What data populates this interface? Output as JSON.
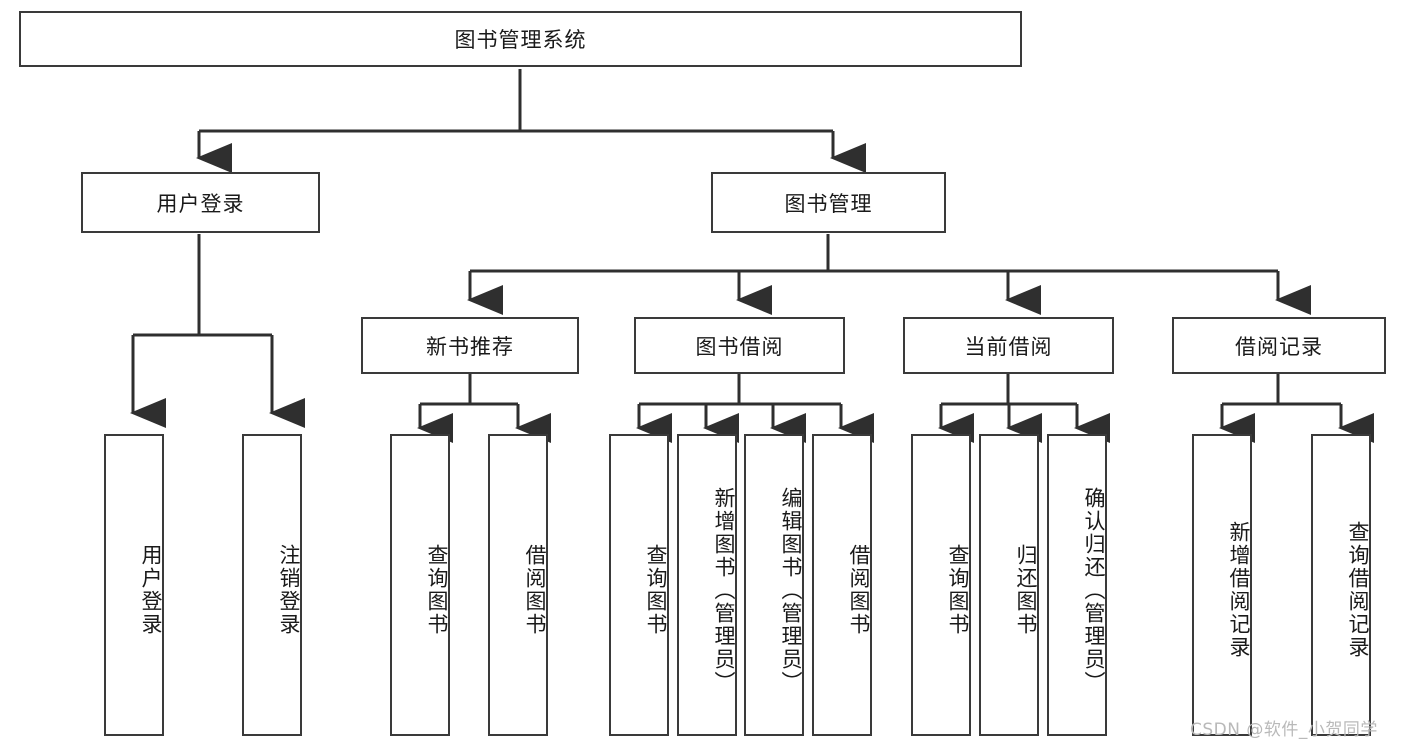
{
  "diagram": {
    "title": "图书管理系统",
    "type": "tree-hierarchy-chart",
    "style": {
      "border_color": "#3a3a3a",
      "background": "#ffffff",
      "text_color": "#1a1a1a"
    },
    "root": {
      "label": "图书管理系统"
    },
    "level2": [
      {
        "label": "用户登录"
      },
      {
        "label": "图书管理"
      }
    ],
    "level3": [
      {
        "label": "新书推荐"
      },
      {
        "label": "图书借阅"
      },
      {
        "label": "当前借阅"
      },
      {
        "label": "借阅记录"
      }
    ],
    "leaves": {
      "user_login": [
        {
          "label": "用户登录"
        },
        {
          "label": "注销登录"
        }
      ],
      "new_book_recommend": [
        {
          "label": "查询图书"
        },
        {
          "label": "借阅图书"
        }
      ],
      "book_borrow": [
        {
          "label": "查询图书"
        },
        {
          "label": "新增图书（管理员）"
        },
        {
          "label": "编辑图书（管理员）"
        },
        {
          "label": "借阅图书"
        }
      ],
      "current_borrow": [
        {
          "label": "查询图书"
        },
        {
          "label": "归还图书"
        },
        {
          "label": "确认归还（管理员）"
        }
      ],
      "borrow_record": [
        {
          "label": "新增借阅记录"
        },
        {
          "label": "查询借阅记录"
        }
      ]
    }
  },
  "watermark": {
    "text": "CSDN @软件_小贺同学"
  }
}
